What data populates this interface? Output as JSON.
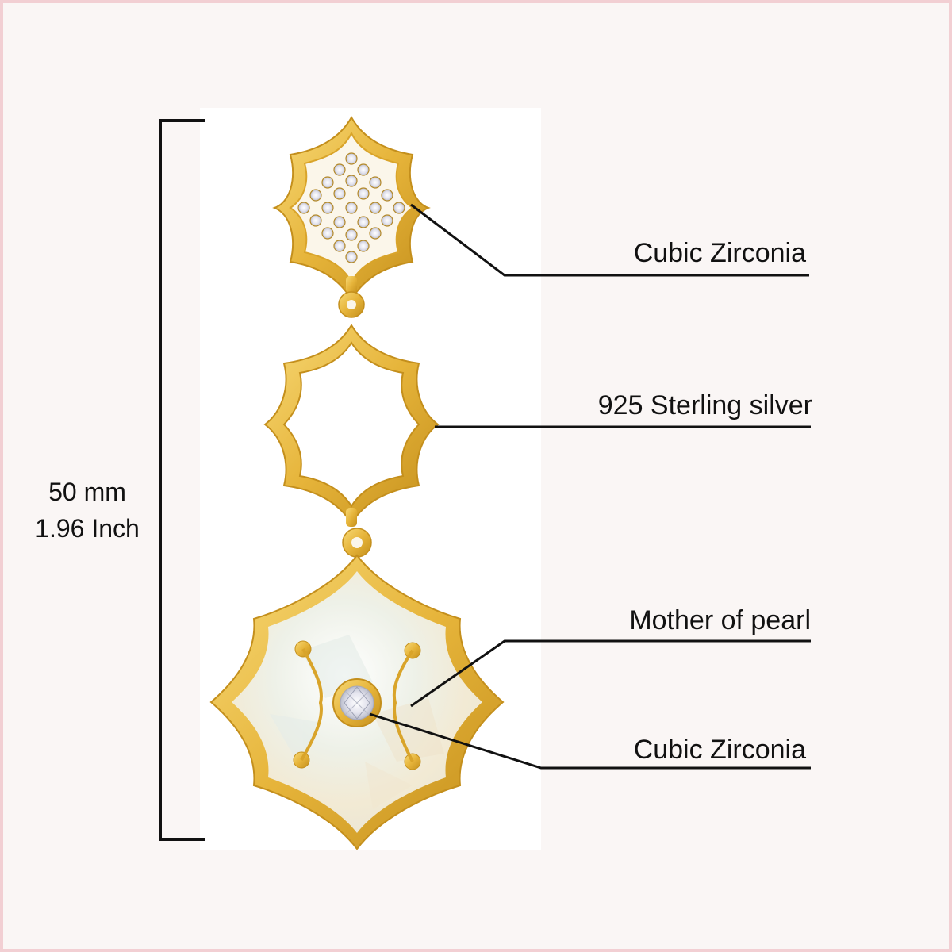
{
  "dimension": {
    "mm": "50 mm",
    "inch": "1.96 Inch"
  },
  "callouts": [
    {
      "id": "stud",
      "label": "Cubic Zirconia"
    },
    {
      "id": "link",
      "label": "925 Sterling silver"
    },
    {
      "id": "inlay",
      "label": "Mother of pearl"
    },
    {
      "id": "center-stone",
      "label": "Cubic Zirconia"
    }
  ],
  "colors": {
    "gold": "#e6b43a",
    "gold_dark": "#c48f1c",
    "pearl": "#f3f0e6",
    "line": "#111111",
    "border": "#f2cfd3"
  }
}
